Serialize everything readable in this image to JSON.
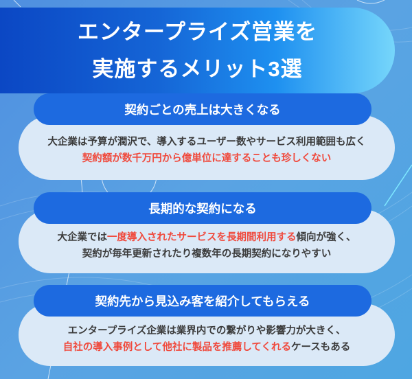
{
  "title": {
    "line1": "エンタープライズ営業を",
    "line2": "実施するメリット3選"
  },
  "colors": {
    "banner_start": "#0b47c4",
    "banner_end": "#76d6fb",
    "header": "#1d6ae0",
    "card": "#dbe9f7",
    "highlight": "#f0493c",
    "text": "#3b3b3b"
  },
  "cards": [
    {
      "header": "契約ごとの売上は大きくなる",
      "l1a": "大企業は予算が潤沢で、導入するユーザー数やサービス利用範囲も広く",
      "l2red": "契約額が数千万円から億単位に達することも珍しくない"
    },
    {
      "header": "長期的な契約になる",
      "l1a": "大企業では",
      "l1red": "一度導入されたサービスを長期間利用する",
      "l1b": "傾向が強く、",
      "l2": "契約が毎年更新されたり複数年の長期契約になりやすい"
    },
    {
      "header": "契約先から見込み客を紹介してもらえる",
      "l1a": "エンタープライズ企業は業界内での繋がりや影響力が大きく、",
      "l2red": "自社の導入事例として他社に製品を推薦してくれる",
      "l2b": "ケースもある"
    }
  ]
}
